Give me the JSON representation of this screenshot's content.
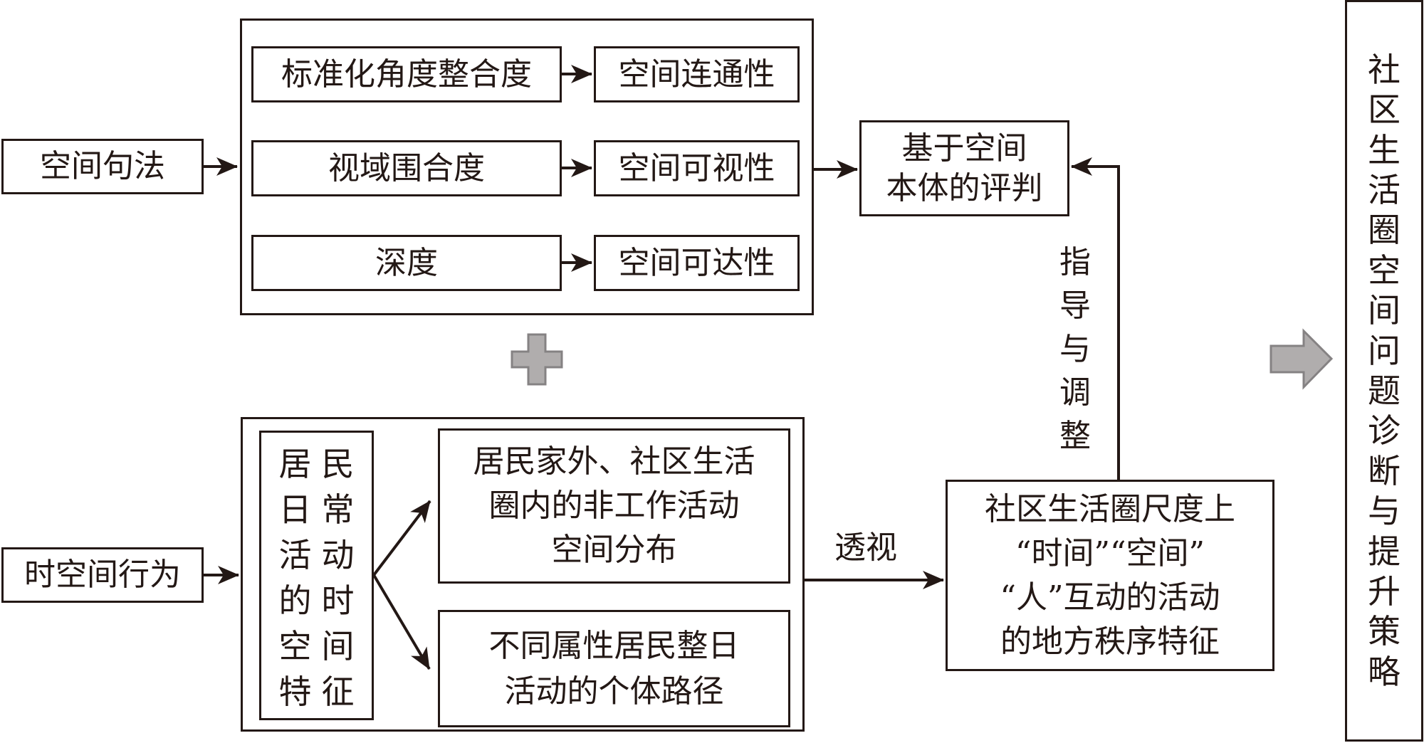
{
  "diagram": {
    "inputs": {
      "space_syntax": "空间句法",
      "spatiotemporal_behavior": "时空间行为"
    },
    "space_syntax_group": {
      "metrics": [
        {
          "metric": "标准化角度整合度",
          "property": "空间连通性"
        },
        {
          "metric": "视域围合度",
          "property": "空间可视性"
        },
        {
          "metric": "深度",
          "property": "空间可达性"
        }
      ]
    },
    "combine_symbol": "plus-icon",
    "behavior_group": {
      "feature_box": [
        "居",
        "民",
        "日",
        "常",
        "活",
        "动",
        "的",
        "时",
        "空",
        "间",
        "特",
        "征"
      ],
      "feature_text": "居民日常活动的时空间特征",
      "outputs": [
        "居民家外、社区生活\n圈内的非工作活动\n空间分布",
        "不同属性居民整日\n活动的个体路径"
      ]
    },
    "evaluation_box": "基于空间\n本体的评判",
    "perspective_label": "透视",
    "place_order_box": "社区生活圈尺度上\n“时间”“空间”\n“人”互动的活动\n的地方秩序特征",
    "feedback_label": [
      "指",
      "导",
      "与",
      "调",
      "整"
    ],
    "conclusion_arrow": "block-arrow-right-icon",
    "conclusion_box": [
      "社",
      "区",
      "生",
      "活",
      "圈",
      "空",
      "间",
      "问",
      "题",
      "诊",
      "断",
      "与",
      "提",
      "升",
      "策",
      "略"
    ],
    "colors": {
      "line": "#231815",
      "shape_fill": "#b0adad",
      "shape_stroke": "#858283"
    }
  }
}
